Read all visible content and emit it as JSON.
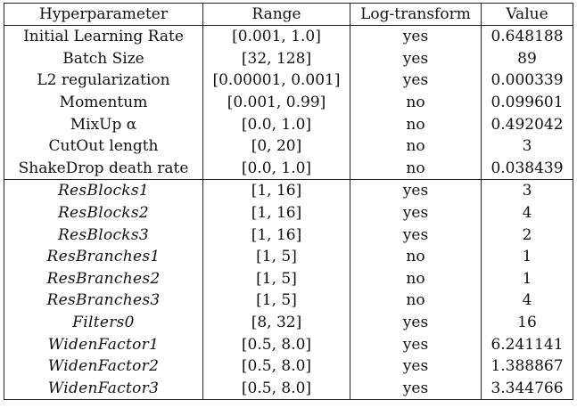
{
  "table": {
    "headers": [
      "Hyperparameter",
      "Range",
      "Log-transform",
      "Value"
    ],
    "groups": [
      {
        "rows": [
          {
            "name": "Initial Learning Rate",
            "range": "[0.001, 1.0]",
            "log": "yes",
            "value": "0.648188"
          },
          {
            "name": "Batch Size",
            "range": "[32, 128]",
            "log": "yes",
            "value": "89"
          },
          {
            "name": "L2 regularization",
            "range": "[0.00001, 0.001]",
            "log": "yes",
            "value": "0.000339"
          },
          {
            "name": "Momentum",
            "range": "[0.001, 0.99]",
            "log": "no",
            "value": "0.099601"
          },
          {
            "name": "MixUp α",
            "range": "[0.0, 1.0]",
            "log": "no",
            "value": "0.492042"
          },
          {
            "name": "CutOut length",
            "range": "[0, 20]",
            "log": "no",
            "value": "3"
          },
          {
            "name": "ShakeDrop death rate",
            "range": "[0.0, 1.0]",
            "log": "no",
            "value": "0.038439"
          }
        ]
      },
      {
        "rows": [
          {
            "name": "ResBlocks1",
            "range": "[1, 16]",
            "log": "yes",
            "value": "3"
          },
          {
            "name": "ResBlocks2",
            "range": "[1, 16]",
            "log": "yes",
            "value": "4"
          },
          {
            "name": "ResBlocks3",
            "range": "[1, 16]",
            "log": "yes",
            "value": "2"
          },
          {
            "name": "ResBranches1",
            "range": "[1, 5]",
            "log": "no",
            "value": "1"
          },
          {
            "name": "ResBranches2",
            "range": "[1, 5]",
            "log": "no",
            "value": "1"
          },
          {
            "name": "ResBranches3",
            "range": "[1, 5]",
            "log": "no",
            "value": "4"
          },
          {
            "name": "Filters0",
            "range": "[8, 32]",
            "log": "yes",
            "value": "16"
          },
          {
            "name": "WidenFactor1",
            "range": "[0.5, 8.0]",
            "log": "yes",
            "value": "6.241141"
          },
          {
            "name": "WidenFactor2",
            "range": "[0.5, 8.0]",
            "log": "yes",
            "value": "1.388867"
          },
          {
            "name": "WidenFactor3",
            "range": "[0.5, 8.0]",
            "log": "yes",
            "value": "3.344766"
          }
        ]
      }
    ]
  }
}
